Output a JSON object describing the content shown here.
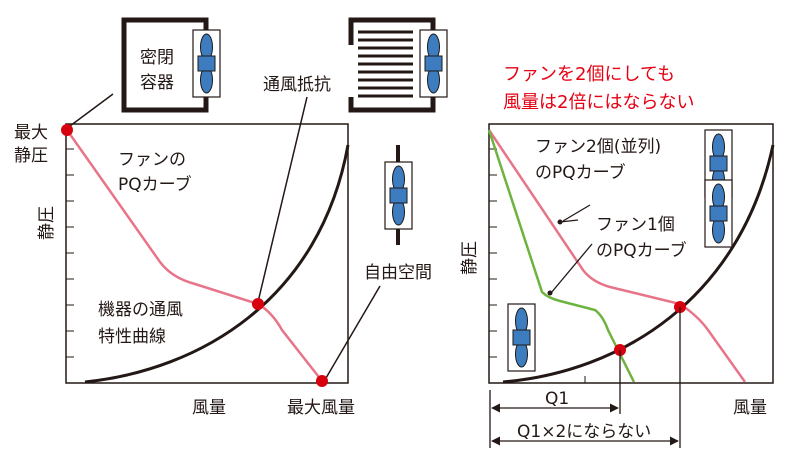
{
  "left": {
    "sealed_container": "密閉",
    "sealed_container2": "容器",
    "airflow_resistance": "通風抵抗",
    "free_space": "自由空間",
    "max_static_pressure_1": "最大",
    "max_static_pressure_2": "静圧",
    "fan_pq_1": "ファンの",
    "fan_pq_2": "PQカーブ",
    "device_char_1": "機器の通風",
    "device_char_2": "特性曲線",
    "y_label": "静圧",
    "x_label": "風量",
    "max_airflow": "最大風量"
  },
  "right": {
    "title_1": "ファンを2個にしても",
    "title_2": "風量は2倍にはならない",
    "two_fans_1": "ファン2個(並列)",
    "two_fans_2": "のPQカーブ",
    "one_fan_1": "ファン1個",
    "one_fan_2": "のPQカーブ",
    "y_label": "静圧",
    "x_label": "風量",
    "q1": "Q1",
    "q1x2": "Q1×2にならない"
  },
  "colors": {
    "fan_pq": "#e8748a",
    "one_fan": "#6db33f",
    "point": "#d7000f",
    "fan": "#3e7cc0"
  }
}
